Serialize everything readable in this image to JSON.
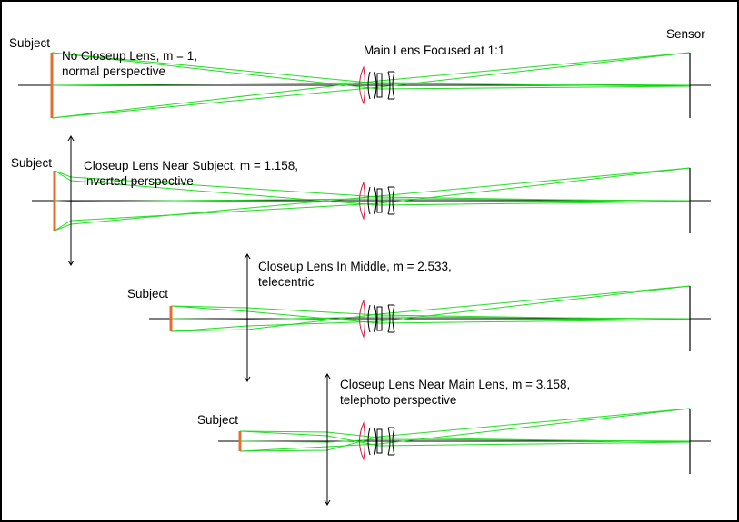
{
  "labels": {
    "sensor": "Sensor",
    "main_lens": "Main Lens Focused at 1:1",
    "subject": "Subject"
  },
  "rows": [
    {
      "title": "No Closeup Lens, m = 1,",
      "subtitle": "normal perspective",
      "has_closeup": false
    },
    {
      "title": "Closeup Lens Near Subject, m = 1.158,",
      "subtitle": "inverted perspective",
      "has_closeup": true
    },
    {
      "title": "Closeup Lens In Middle, m = 2.533,",
      "subtitle": "telecentric",
      "has_closeup": true
    },
    {
      "title": "Closeup Lens Near Main Lens, m = 3.158,",
      "subtitle": "telephoto perspective",
      "has_closeup": true
    }
  ],
  "colors": {
    "ray": "#22dd22",
    "subject": "#e07030",
    "axis": "#000000",
    "main_lens": "#cc2244",
    "lens_outline": "#000000"
  }
}
